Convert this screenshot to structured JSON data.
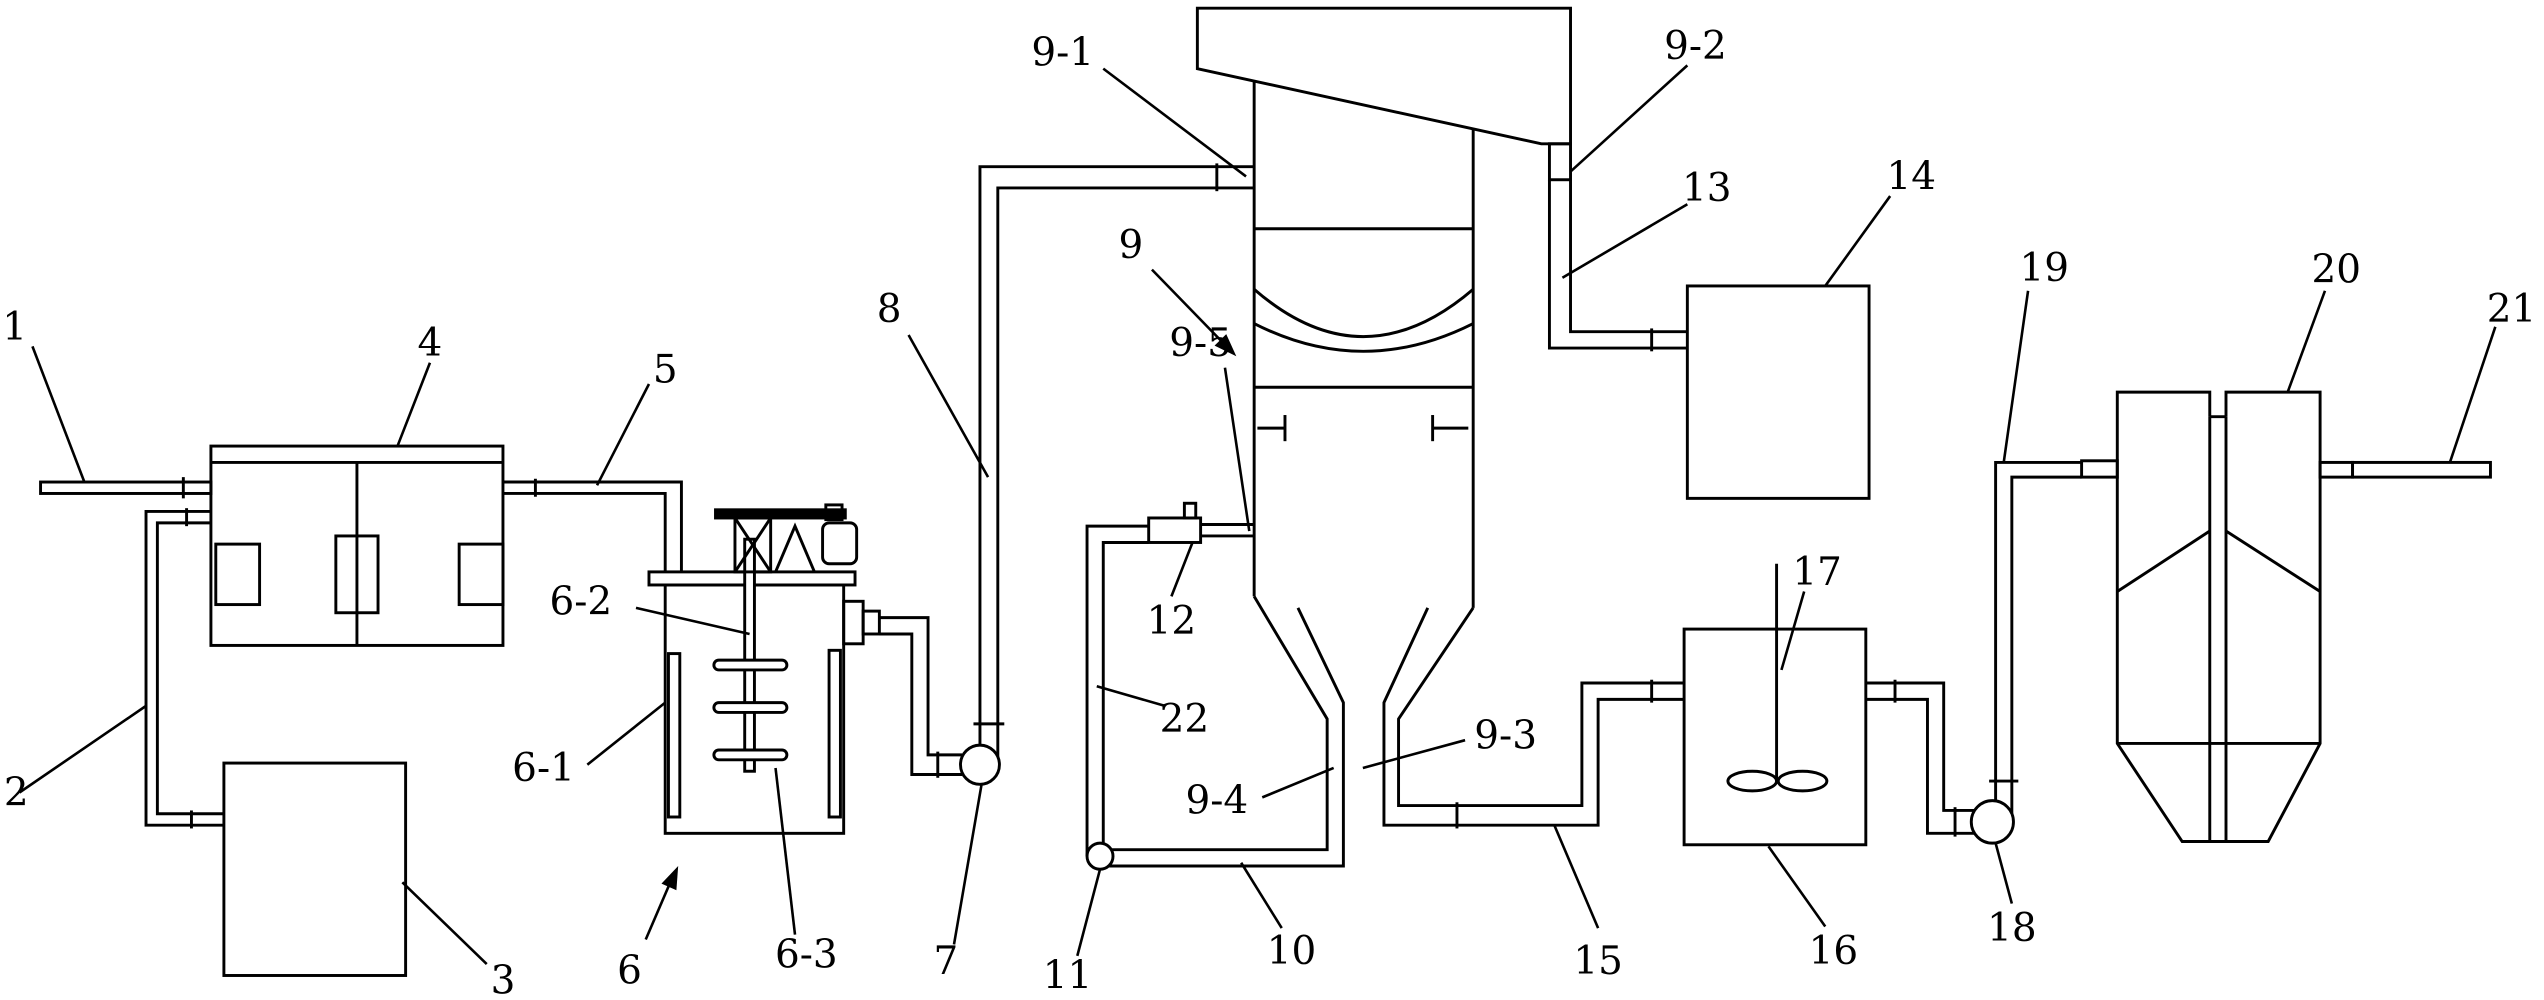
{
  "diagram": {
    "labels": {
      "n1": "1",
      "n2": "2",
      "n3": "3",
      "n4": "4",
      "n5": "5",
      "n6": "6",
      "n6_1": "6-1",
      "n6_2": "6-2",
      "n6_3": "6-3",
      "n7": "7",
      "n8": "8",
      "n9": "9",
      "n9_1": "9-1",
      "n9_2": "9-2",
      "n9_3": "9-3",
      "n9_4": "9-4",
      "n9_5": "9-5",
      "n10": "10",
      "n11": "11",
      "n12": "12",
      "n13": "13",
      "n14": "14",
      "n15": "15",
      "n16": "16",
      "n17": "17",
      "n18": "18",
      "n19": "19",
      "n20": "20",
      "n21": "21",
      "n22": "22"
    },
    "colors": {
      "line": "#000000",
      "background": "#ffffff"
    }
  }
}
